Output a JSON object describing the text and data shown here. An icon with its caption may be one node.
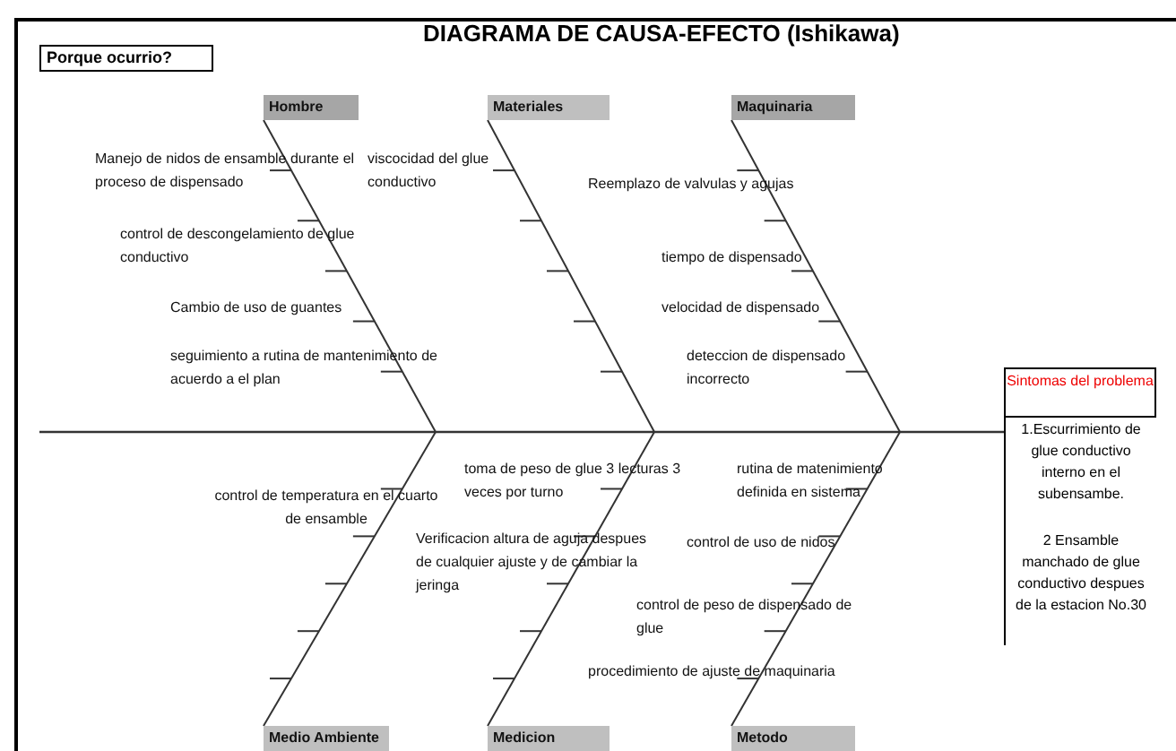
{
  "diagram": {
    "title": "DIAGRAMA DE CAUSA-EFECTO  (Ishikawa)",
    "nodes": [
      {
        "text": [
          "Porque ocurrio?"
        ]
      },
      {
        "text": [
          "Hombre"
        ]
      },
      {
        "text": [
          "Materiales"
        ]
      },
      {
        "text": [
          "Maquinaria"
        ]
      },
      {
        "text": [
          "Sintomas del problema",
          "1.Escurrimiento de glue conductivo interno en el subensambe.",
          "2 Ensamble manchado de glue conductivo despues de la estacion No.30"
        ]
      },
      {
        "text": [
          "Medio Ambiente"
        ]
      },
      {
        "text": [
          "Medicion"
        ]
      },
      {
        "text": [
          "Metodo"
        ]
      }
    ],
    "edges": [
      {
        "from": null,
        "to": 4,
        "arrow": "none"
      },
      {
        "from": 1,
        "to": null,
        "arrow": "none"
      },
      {
        "from": 2,
        "to": null,
        "arrow": "none"
      },
      {
        "from": 3,
        "to": null,
        "arrow": "none"
      },
      {
        "from": 5,
        "to": null,
        "arrow": "none"
      },
      {
        "from": 6,
        "to": null,
        "arrow": "none"
      },
      {
        "from": 7,
        "to": null,
        "arrow": "none"
      }
    ],
    "labels": [
      "Manejo de nidos de ensamble durante el proceso de dispensado",
      "viscocidad del glue conductivo",
      "Reemplazo de valvulas y agujas",
      "control de descongelamiento de glue conductivo",
      "tiempo de dispensado",
      "Cambio de uso de guantes",
      "velocidad de dispensado",
      "seguimiento a rutina de mantenimiento de acuerdo a el plan",
      "deteccion de dispensado incorrecto",
      "toma de peso de glue 3 lecturas 3 veces por turno",
      "rutina de matenimiento definida en sistema",
      "control de temperatura en el cuarto de ensamble",
      "Verificacion altura de aguja despues de cualquier ajuste y de cambiar la jeringa",
      "control de uso de nidos",
      "control de peso de dispensado de glue",
      "procedimiento de ajuste de maquinaria"
    ]
  }
}
